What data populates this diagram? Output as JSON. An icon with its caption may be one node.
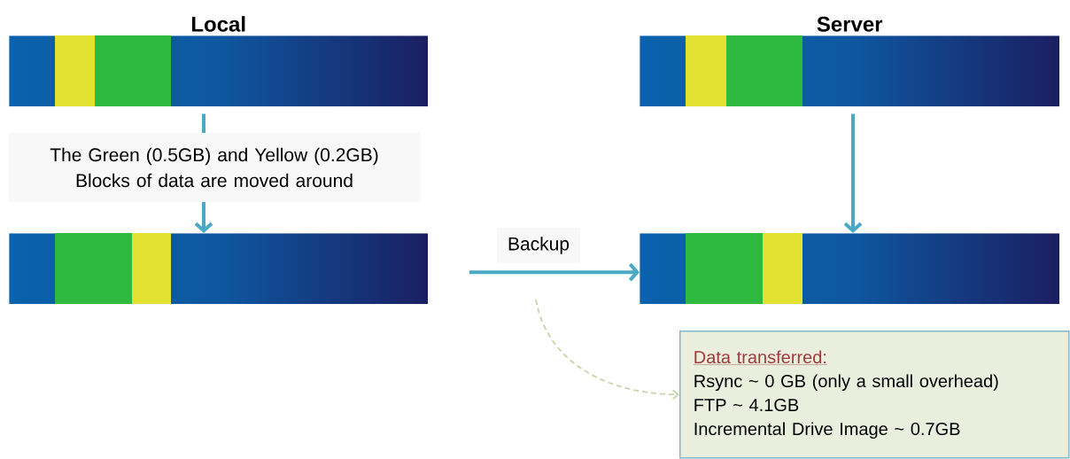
{
  "diagram": {
    "nodes": [
      {
        "text": [
          "Local"
        ]
      },
      {
        "text": [],
        "shape": "bar"
      },
      {
        "text": [
          "Server"
        ]
      },
      {
        "text": [],
        "shape": "bar"
      },
      {
        "text": [
          "Data transferred:",
          "Rsync ~ 0 GB (only a small overhead)",
          "FTP ~ 4.1GB",
          "Incremental Drive Image ~ 0.7GB"
        ]
      }
    ],
    "edges": [
      {
        "from": 0,
        "to": 1,
        "arrow": "to",
        "label": "The Green (0.5GB) and Yellow (0.2GB) Blocks of data are moved around"
      },
      {
        "from": 2,
        "to": 3,
        "arrow": "to"
      },
      {
        "from": null,
        "to": 3,
        "arrow": "to",
        "label": "Backup"
      },
      {
        "from": null,
        "to": 4,
        "arrow": "to",
        "style": "dashed",
        "color": "#c5d6a8"
      }
    ]
  }
}
